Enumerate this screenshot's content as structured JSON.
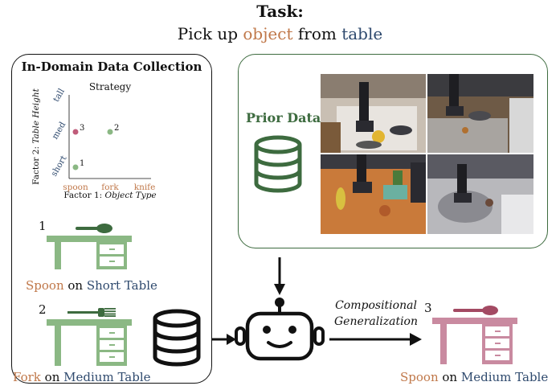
{
  "header": {
    "title": "Task:",
    "prefix": "Pick up",
    "object_word": "object",
    "connector": "from",
    "table_word": "table"
  },
  "left_panel": {
    "title": "In-Domain Data Collection",
    "chart": {
      "title": "Strategy",
      "xlabel_prefix": "Factor 1:",
      "xlabel_italic": "Object Type",
      "ylabel_prefix": "Factor 2:",
      "ylabel_italic": "Table Height"
    },
    "examples": [
      {
        "num": "1",
        "object": "Spoon",
        "on": "on",
        "table": "Short Table"
      },
      {
        "num": "2",
        "object": "Fork",
        "on": "on",
        "table": "Medium Table"
      }
    ]
  },
  "prior": {
    "label": "Prior Data"
  },
  "arrow_label": {
    "line1": "Compositional",
    "line2": "Generalization"
  },
  "output": {
    "num": "3",
    "object": "Spoon",
    "on": "on",
    "table": "Medium Table"
  },
  "colors": {
    "object": "#c0784a",
    "table": "#2f4a6e",
    "green": "#3d6b3f",
    "rose": "#a34a63",
    "point_green": "#8bb884",
    "point_rose": "#c05c7a"
  },
  "chart_data": {
    "type": "scatter",
    "title": "Strategy",
    "x_categories": [
      "spoon",
      "fork",
      "knife"
    ],
    "y_categories": [
      "short",
      "med",
      "tall"
    ],
    "points": [
      {
        "x": "spoon",
        "y": "short",
        "label": "1",
        "color": "#8bb884"
      },
      {
        "x": "fork",
        "y": "med",
        "label": "2",
        "color": "#8bb884"
      },
      {
        "x": "spoon",
        "y": "med",
        "label": "3",
        "color": "#c05c7a"
      }
    ]
  }
}
